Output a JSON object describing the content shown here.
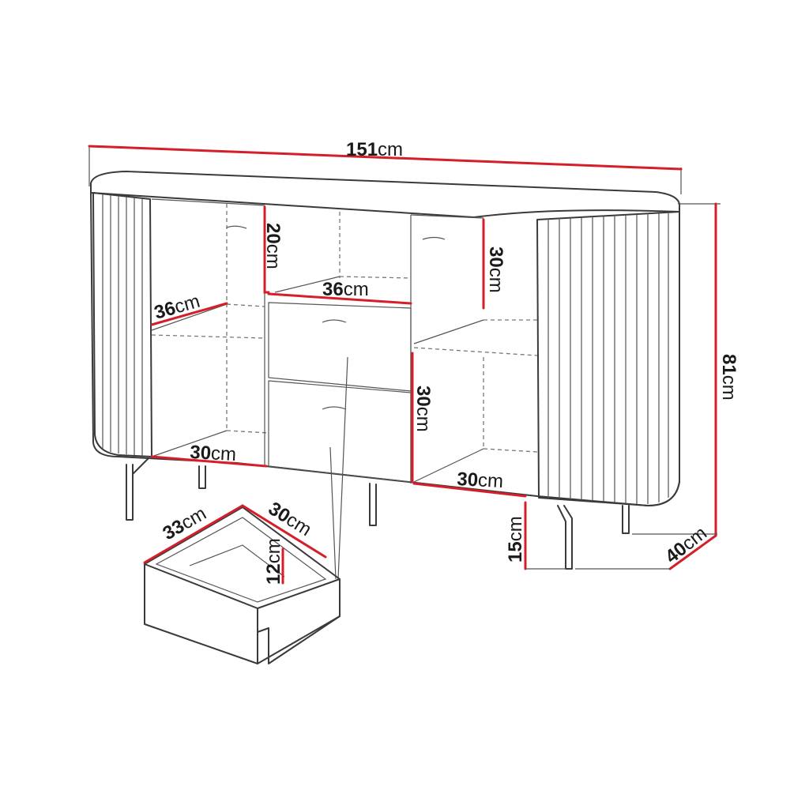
{
  "dimensions": {
    "width": {
      "value": "151",
      "unit": "cm"
    },
    "height": {
      "value": "81",
      "unit": "cm"
    },
    "depth": {
      "value": "40",
      "unit": "cm"
    },
    "leg_height": {
      "value": "15",
      "unit": "cm"
    },
    "top_shelf_h": {
      "value": "20",
      "unit": "cm"
    },
    "top_shelf_w": {
      "value": "36",
      "unit": "cm"
    },
    "left_depth": {
      "value": "36",
      "unit": "cm"
    },
    "left_bottom": {
      "value": "30",
      "unit": "cm"
    },
    "right_upper_h": {
      "value": "30",
      "unit": "cm"
    },
    "right_lower_h": {
      "value": "30",
      "unit": "cm"
    },
    "right_bottom": {
      "value": "30",
      "unit": "cm"
    },
    "drawer_w": {
      "value": "33",
      "unit": "cm"
    },
    "drawer_d": {
      "value": "30",
      "unit": "cm"
    },
    "drawer_h": {
      "value": "12",
      "unit": "cm"
    }
  }
}
